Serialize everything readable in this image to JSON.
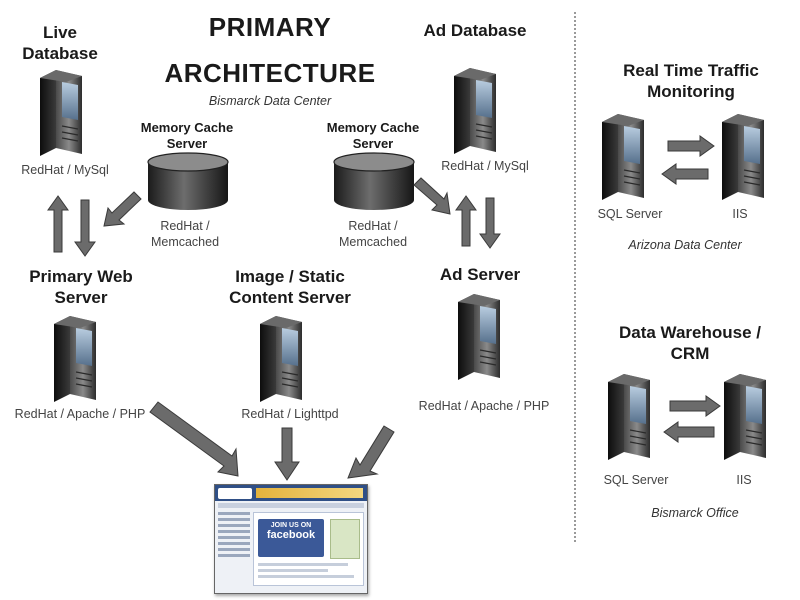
{
  "title": {
    "line1": "PRIMARY",
    "line2": "ARCHITECTURE",
    "location": "Bismarck Data Center"
  },
  "live_db": {
    "heading": "Live\nDatabase",
    "os": "RedHat / MySql"
  },
  "ad_db": {
    "heading": "Ad Database",
    "os": "RedHat / MySql"
  },
  "cache_left": {
    "heading": "Memory Cache\nServer",
    "os": "RedHat /\nMemcached"
  },
  "cache_right": {
    "heading": "Memory Cache\nServer",
    "os": "RedHat /\nMemcached"
  },
  "web_server": {
    "heading": "Primary Web\nServer",
    "os": "RedHat / Apache / PHP"
  },
  "image_server": {
    "heading": "Image / Static\nContent Server",
    "os": "RedHat / Lighttpd"
  },
  "ad_server": {
    "heading": "Ad Server",
    "os": "RedHat / Apache / PHP"
  },
  "traffic": {
    "heading": "Real Time Traffic\nMonitoring",
    "left_label": "SQL Server",
    "right_label": "IIS",
    "location": "Arizona Data Center"
  },
  "warehouse": {
    "heading": "Data Warehouse /\nCRM",
    "left_label": "SQL Server",
    "right_label": "IIS",
    "location": "Bismarck Office"
  },
  "colors": {
    "arrow": "#6b6b6b",
    "server_dark": "#1e1e1e",
    "server_screen": "#7f9bb8"
  }
}
